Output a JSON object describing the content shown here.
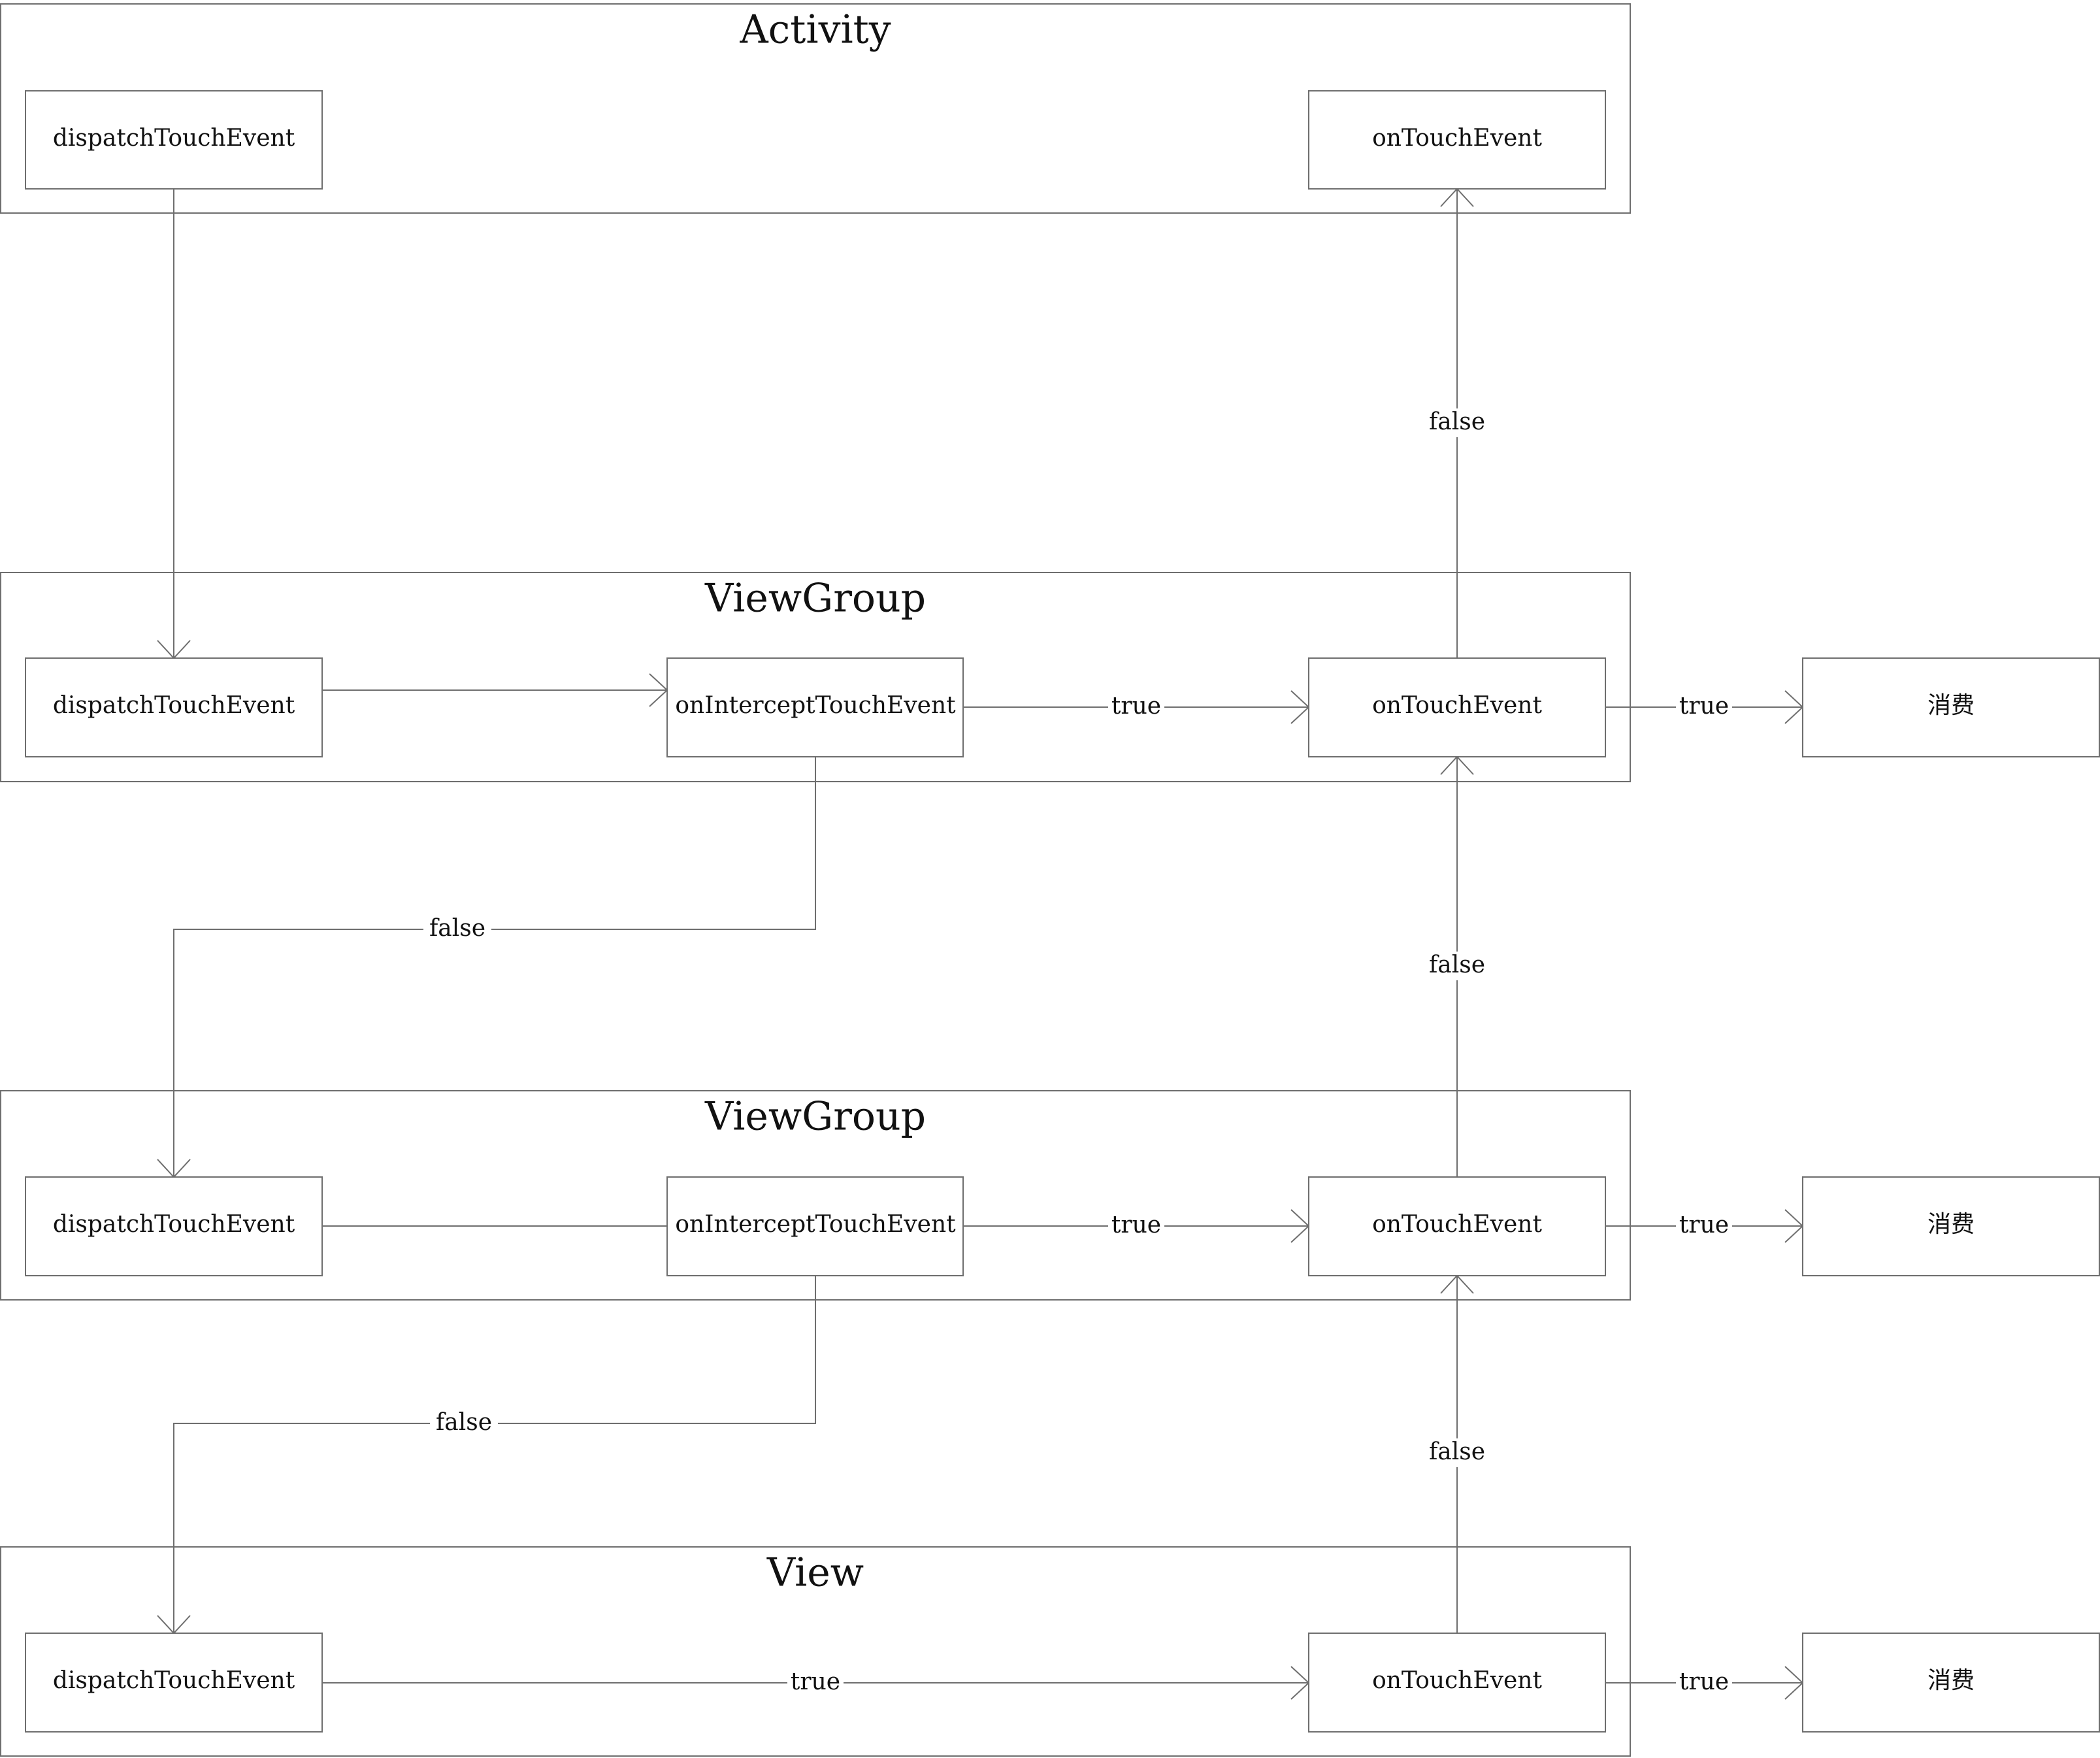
{
  "panels": {
    "activity": {
      "title": "Activity",
      "dispatch": "dispatchTouchEvent",
      "touch": "onTouchEvent"
    },
    "viewgroup1": {
      "title": "ViewGroup",
      "dispatch": "dispatchTouchEvent",
      "intercept": "onInterceptTouchEvent",
      "touch": "onTouchEvent",
      "consume": "消费"
    },
    "viewgroup2": {
      "title": "ViewGroup",
      "dispatch": "dispatchTouchEvent",
      "intercept": "onInterceptTouchEvent",
      "touch": "onTouchEvent",
      "consume": "消费"
    },
    "view": {
      "title": "View",
      "dispatch": "dispatchTouchEvent",
      "touch": "onTouchEvent",
      "consume": "消费"
    }
  },
  "edge_labels": {
    "vg1_touch_to_activity_touch": "false",
    "vg1_intercept_to_touch": "true",
    "vg1_touch_to_consume": "true",
    "vg1_intercept_to_vg2_dispatch": "false",
    "vg2_touch_to_vg1_touch": "false",
    "vg2_intercept_to_touch": "true",
    "vg2_touch_to_consume": "true",
    "vg2_intercept_to_view_dispatch": "false",
    "view_touch_to_vg2_touch": "false",
    "view_dispatch_to_touch": "true",
    "view_touch_to_consume": "true"
  }
}
